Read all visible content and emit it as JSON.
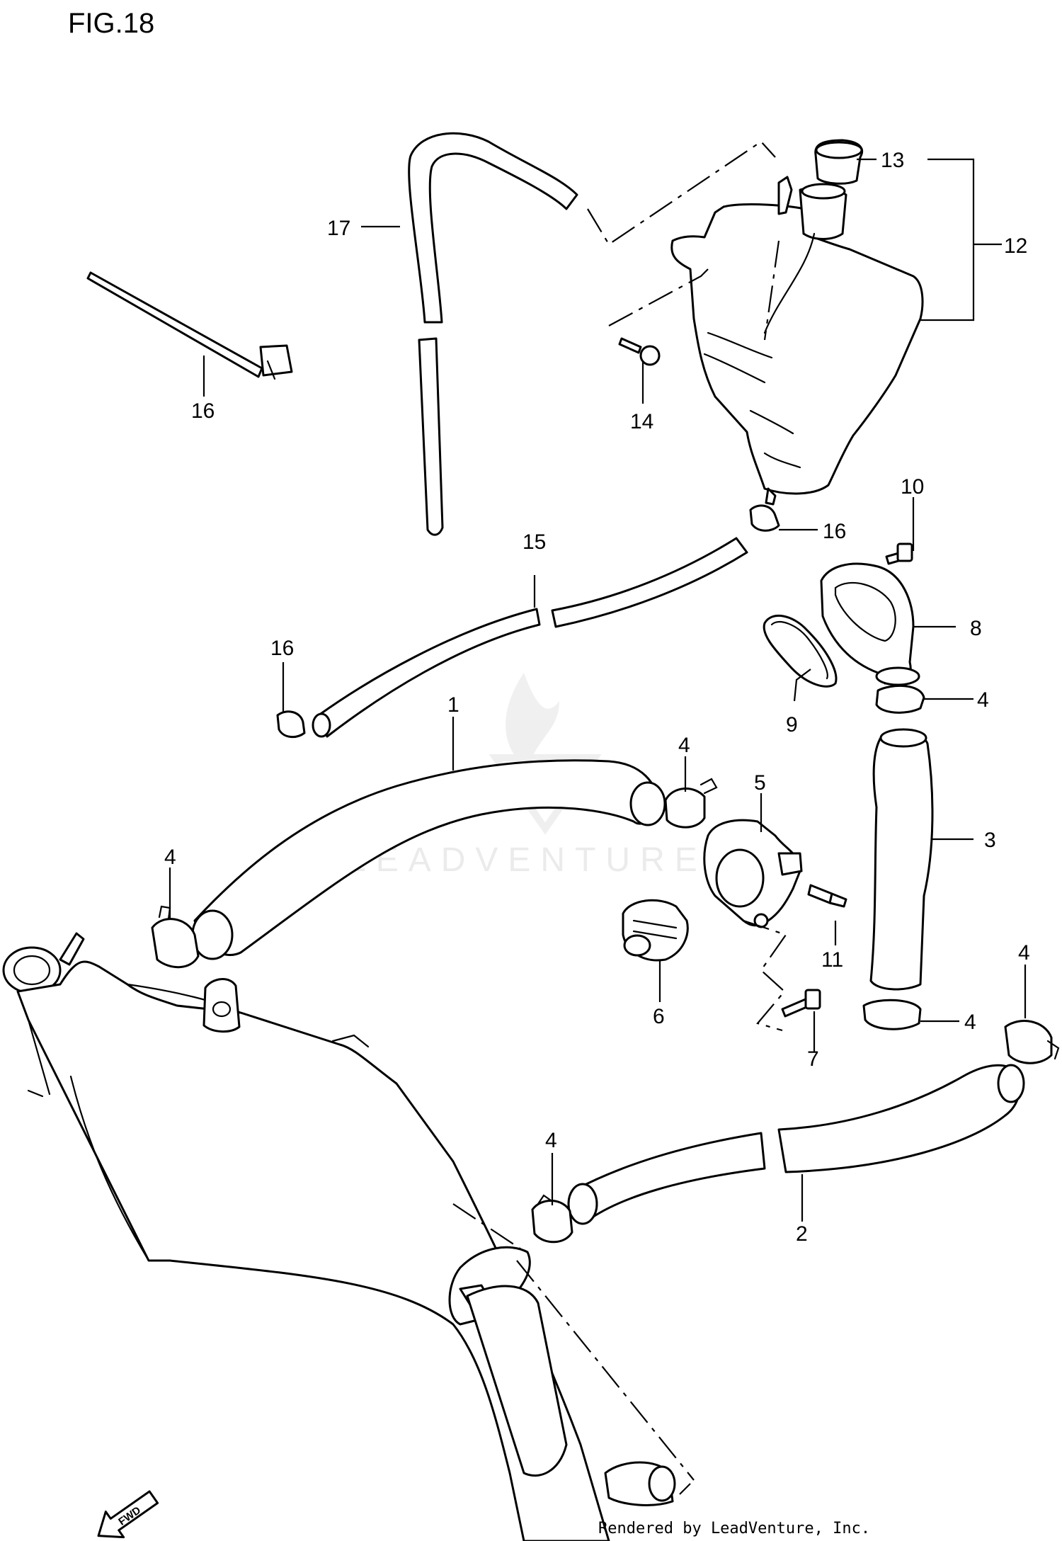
{
  "figure": {
    "title": "FIG.18"
  },
  "watermark": {
    "text": "LEADVENTURE"
  },
  "footer": {
    "credit": "Rendered by LeadVenture, Inc."
  },
  "fwd_arrow": {
    "label": "FWD"
  },
  "callouts": {
    "hose_1": "1",
    "hose_2": "2",
    "hose_3": "3",
    "clamp_4a": "4",
    "clamp_4b": "4",
    "clamp_4c": "4",
    "clamp_4d": "4",
    "clamp_4e": "4",
    "clamp_4f": "4",
    "housing_5": "5",
    "thermostat_6": "6",
    "bolt_7": "7",
    "cover_8": "8",
    "gasket_9": "9",
    "bolt_10": "10",
    "switch_11": "11",
    "reservoir_12": "12",
    "cap_13": "13",
    "bolt_14": "14",
    "hose_15": "15",
    "clamp_16a": "16",
    "clamp_16b": "16",
    "clamp_16c": "16",
    "hose_17": "17"
  }
}
